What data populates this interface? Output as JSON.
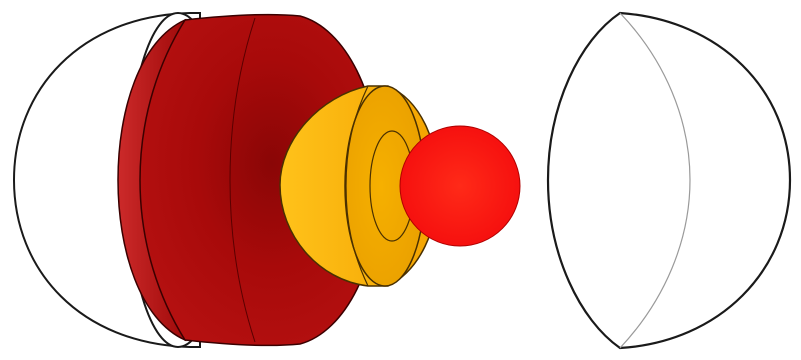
{
  "diagram": {
    "kind": "exploded sphere layers",
    "layers": [
      {
        "name": "outer-shell-left",
        "fill": "#ffffff",
        "stroke": "#1a1a1a"
      },
      {
        "name": "outer-layer",
        "fill": "#b30c0c",
        "shade": "#7e0505",
        "stroke": "#3a0000"
      },
      {
        "name": "middle-layer",
        "fill": "#f6b20e",
        "shade": "#d88d00",
        "stroke": "#5a3a00"
      },
      {
        "name": "inner-core",
        "fill": "#ff1a12",
        "stroke": "#b00000"
      },
      {
        "name": "outer-shell-right",
        "fill": "#ffffff",
        "stroke": "#1a1a1a"
      }
    ],
    "colors": {
      "background": "#ffffff",
      "outline": "#1a1a1a",
      "thin_line": "#9a9a9a"
    }
  }
}
